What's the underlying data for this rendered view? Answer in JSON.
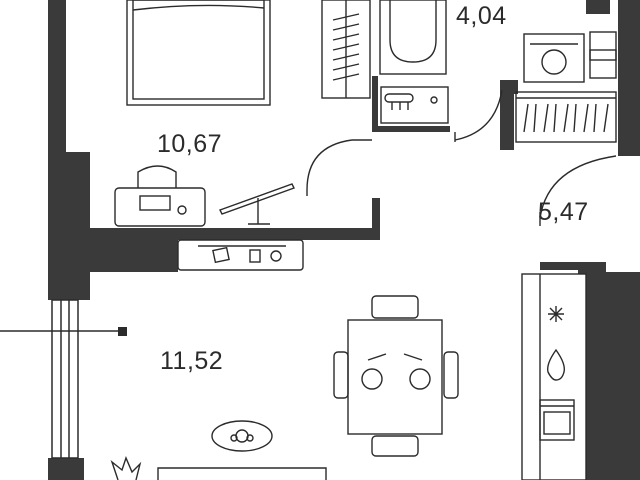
{
  "rooms": [
    {
      "id": "bathroom",
      "area_label": "4,04"
    },
    {
      "id": "bedroom",
      "area_label": "10,67"
    },
    {
      "id": "hallway",
      "area_label": "5,47"
    },
    {
      "id": "living-kitchen",
      "area_label": "11,52"
    }
  ],
  "colors": {
    "wall": "#3a3a3a",
    "line": "#2b2b2b",
    "background": "#ffffff"
  },
  "icons": [
    "bed-icon",
    "wardrobe-icon",
    "bathtub-icon",
    "sink-icon",
    "washing-machine-icon",
    "tv-icon",
    "desk-icon",
    "lamp-icon",
    "dining-table-icon",
    "chair-icon",
    "stove-icon",
    "kitchen-sink-icon",
    "oven-icon",
    "rug-icon",
    "plant-icon",
    "sofa-icon",
    "door-icon",
    "window-icon"
  ]
}
